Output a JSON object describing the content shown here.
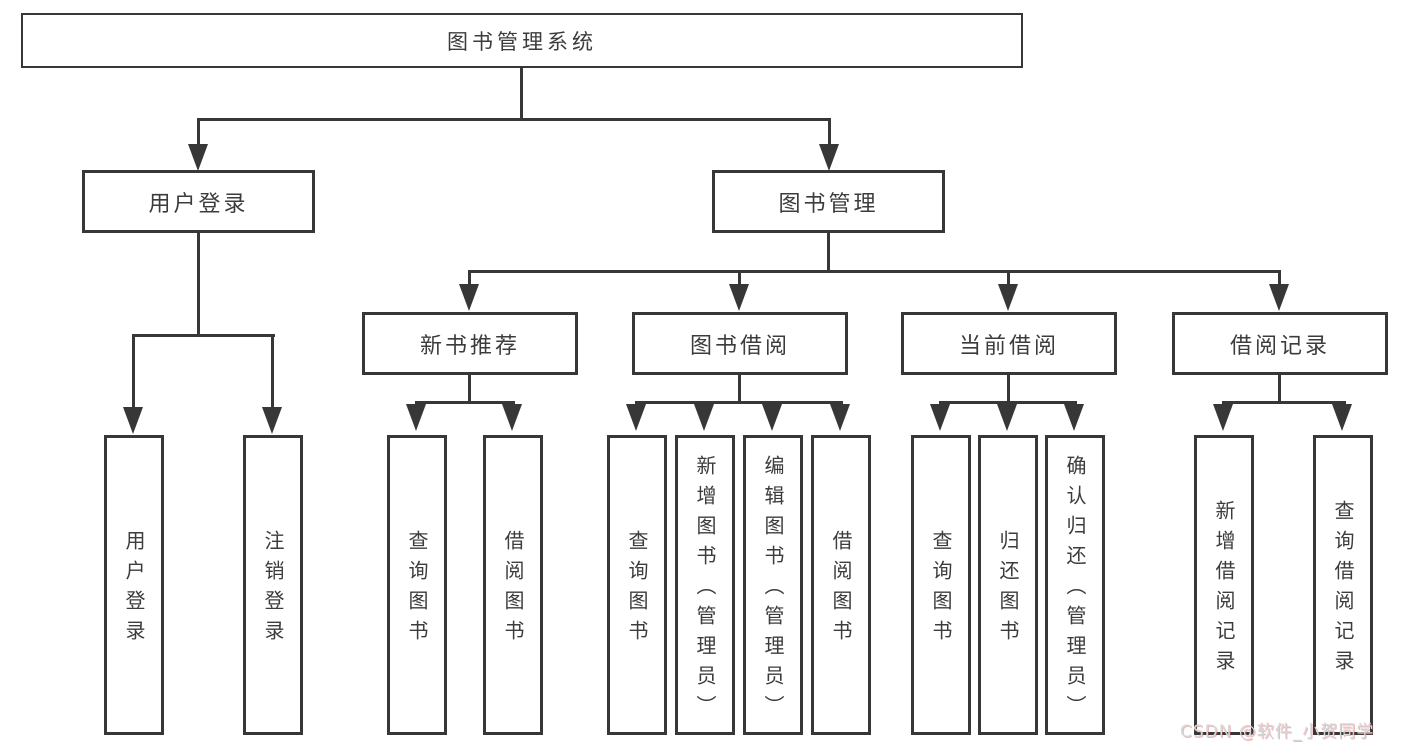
{
  "diagram": {
    "root": {
      "label": "图书管理系统"
    },
    "level1": [
      {
        "label": "用户登录"
      },
      {
        "label": "图书管理"
      }
    ],
    "level2": [
      {
        "label": "新书推荐"
      },
      {
        "label": "图书借阅"
      },
      {
        "label": "当前借阅"
      },
      {
        "label": "借阅记录"
      }
    ],
    "leaves": [
      {
        "label": "用户登录"
      },
      {
        "label": "注销登录"
      },
      {
        "label": "查询图书"
      },
      {
        "label": "借阅图书"
      },
      {
        "label": "查询图书"
      },
      {
        "label": "新增图书（管理员）"
      },
      {
        "label": "编辑图书（管理员）"
      },
      {
        "label": "借阅图书"
      },
      {
        "label": "查询图书"
      },
      {
        "label": "归还图书"
      },
      {
        "label": "确认归还（管理员）"
      },
      {
        "label": "新增借阅记录"
      },
      {
        "label": "查询借阅记录"
      }
    ]
  },
  "watermark": {
    "text": "CSDN @软件_小贺同学"
  },
  "colors": {
    "line": "#373737",
    "text": "#3c3c3c",
    "watermark": "#d7d7d7"
  }
}
